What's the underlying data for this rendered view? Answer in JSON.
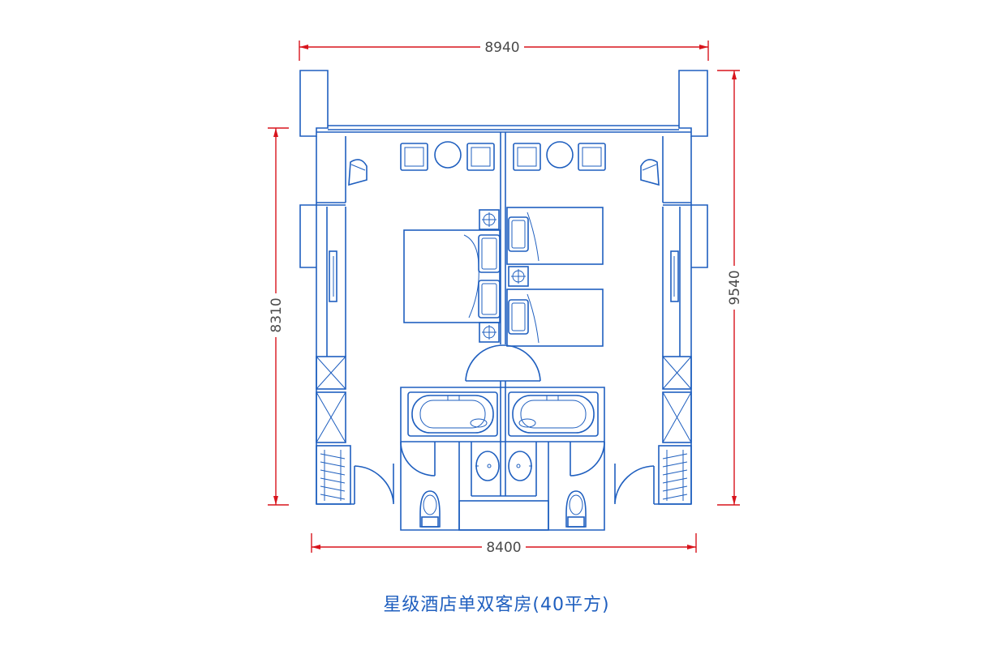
{
  "title": "星级酒店单双客房(40平方)",
  "dimensions": {
    "top": "8940",
    "bottom": "8400",
    "left": "8310",
    "right": "9540"
  },
  "colors": {
    "line": "#1f5fbf",
    "dimension": "#d8141c"
  }
}
